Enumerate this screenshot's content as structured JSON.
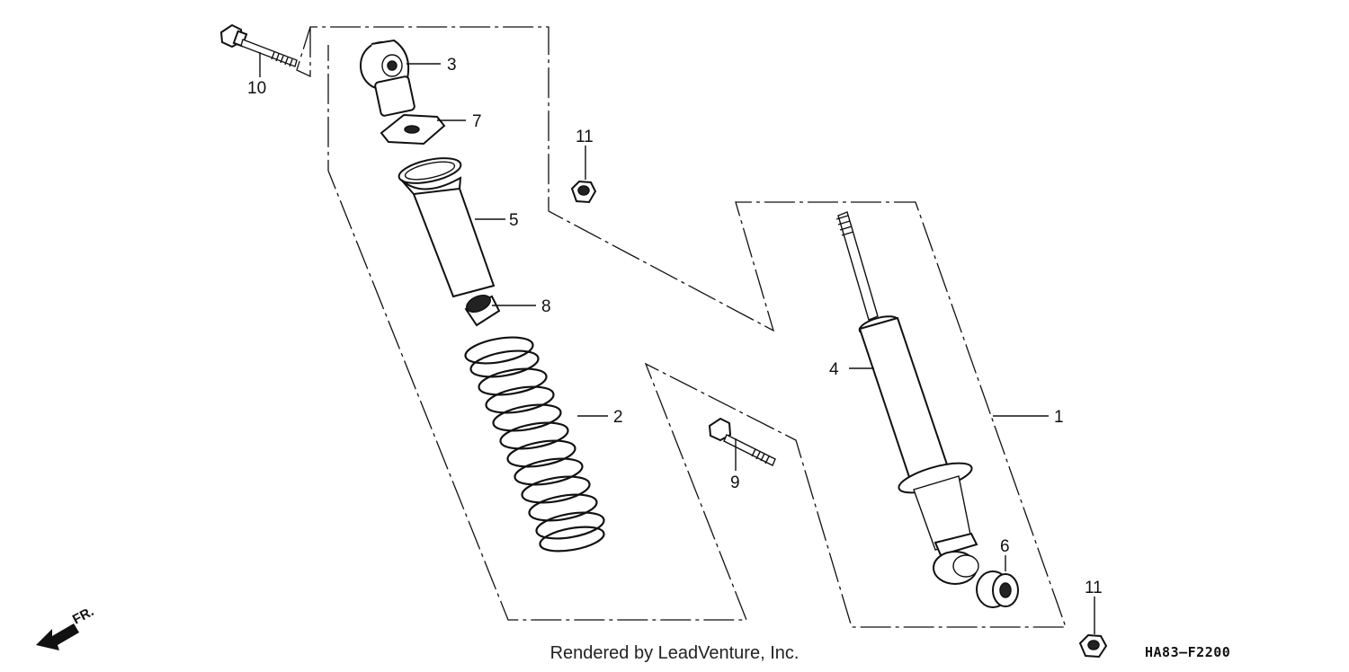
{
  "callouts": {
    "p1": "1",
    "p2": "2",
    "p3": "3",
    "p4": "4",
    "p5": "5",
    "p6": "6",
    "p7": "7",
    "p8": "8",
    "p9": "9",
    "p10": "10",
    "p11_top": "11",
    "p11_bottom": "11"
  },
  "direction_label": "FR.",
  "footer": "Rendered by LeadVenture, Inc.",
  "diagram_code": "HA83–F2200"
}
